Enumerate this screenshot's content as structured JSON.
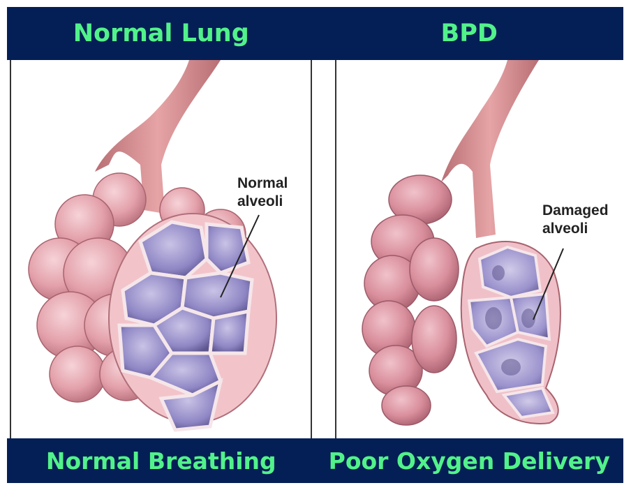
{
  "header": {
    "left_title": "Normal Lung",
    "right_title": "BPD"
  },
  "footer": {
    "left_caption": "Normal Breathing",
    "right_caption": "Poor Oxygen Delivery"
  },
  "diagram": {
    "normal_label_line1": "Normal",
    "normal_label_line2": "alveoli",
    "damaged_label_line1": "Damaged",
    "damaged_label_line2": "alveoli"
  },
  "colors": {
    "banner": "#041f55",
    "banner_text": "#52f28a",
    "tissue": "#e8a6ae",
    "alveoli_interior": "#8e86c4"
  }
}
